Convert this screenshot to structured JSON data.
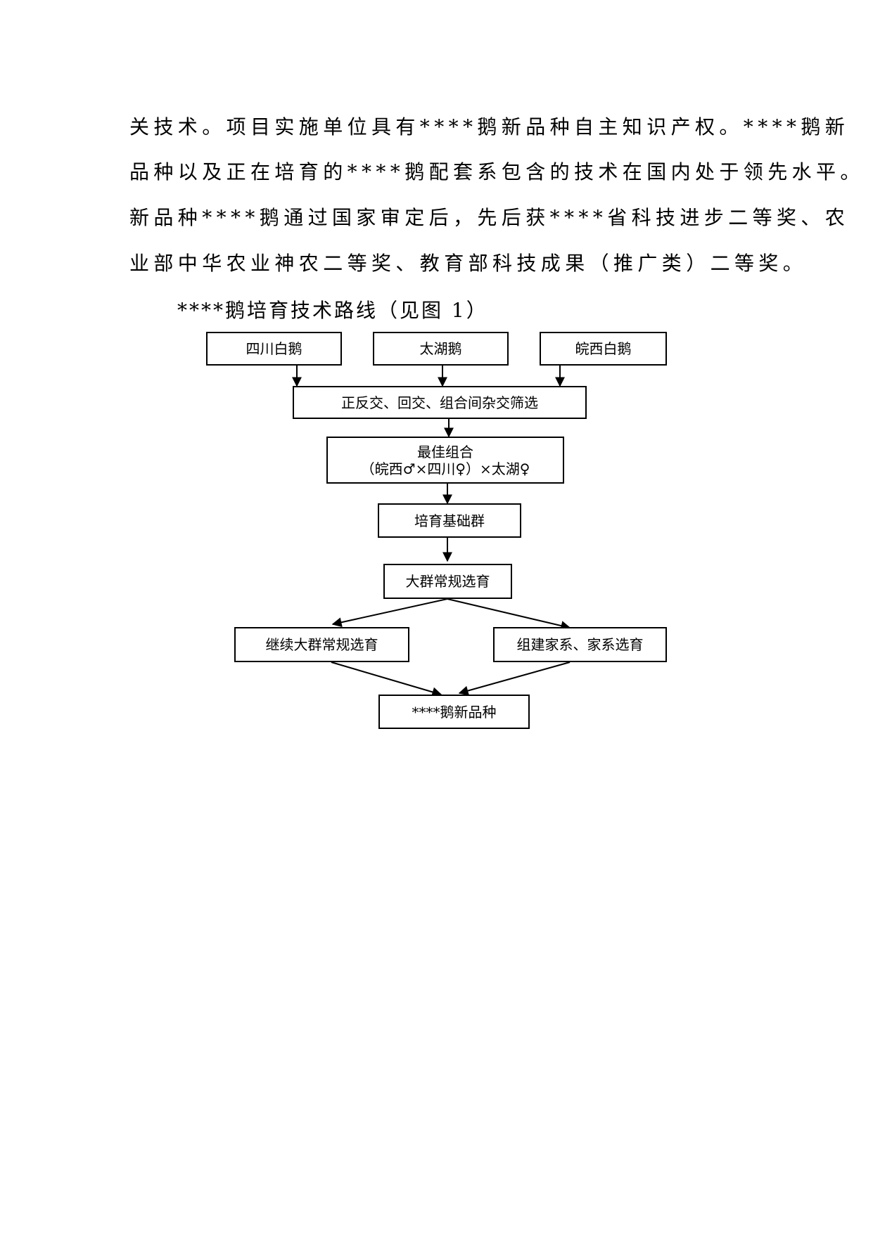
{
  "paragraph": {
    "lines": [
      "关技术。项目实施单位具有****鹅新品种自主知识产权。****鹅新",
      "品种以及正在培育的****鹅配套系包含的技术在国内处于领先水平。",
      "新品种****鹅通过国家审定后，先后获****省科技进步二等奖、农",
      "业部中华农业神农二等奖、教育部科技成果（推广类）二等奖。"
    ]
  },
  "figure": {
    "caption": "****鹅培育技术路线（见图 1）",
    "nodes": {
      "sichuan": "四川白鹅",
      "taihu": "太湖鹅",
      "wanxi": "皖西白鹅",
      "screening": "正反交、回交、组合间杂交筛选",
      "best_title": "最佳组合",
      "best_formula": "（皖西♂×四川♀）×太湖♀",
      "foundation": "培育基础群",
      "mass_selection": "大群常规选育",
      "continue_selection": "继续大群常规选育",
      "family_selection": "组建家系、家系选育",
      "new_breed": "****鹅新品种"
    }
  }
}
